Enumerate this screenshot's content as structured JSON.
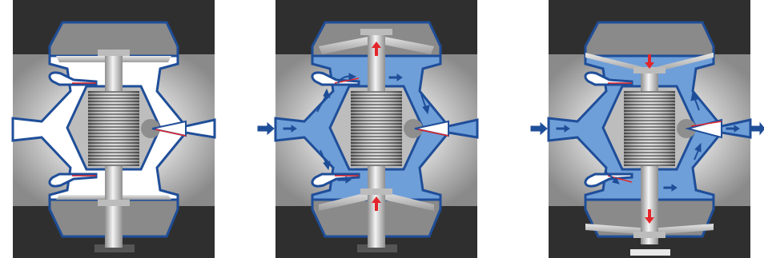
{
  "figure": {
    "panels": [
      {
        "state": "idle",
        "flow": "none",
        "valve_top": "closed",
        "valve_bottom": "closed"
      },
      {
        "state": "intake",
        "flow": "in",
        "stroke": "up",
        "valve_top": "closed",
        "valve_bottom": "open"
      },
      {
        "state": "discharge",
        "flow": "through",
        "stroke": "down",
        "valve_top": "open",
        "valve_bottom": "closed"
      }
    ],
    "colors": {
      "fluid": "#6f9fd8",
      "outline": "#1f4e99",
      "arrow_flow": "#1f4e99",
      "arrow_motion": "#e3262b",
      "housing_dark": "#2f2f2f",
      "housing_grey": "#9a9a9a"
    }
  }
}
